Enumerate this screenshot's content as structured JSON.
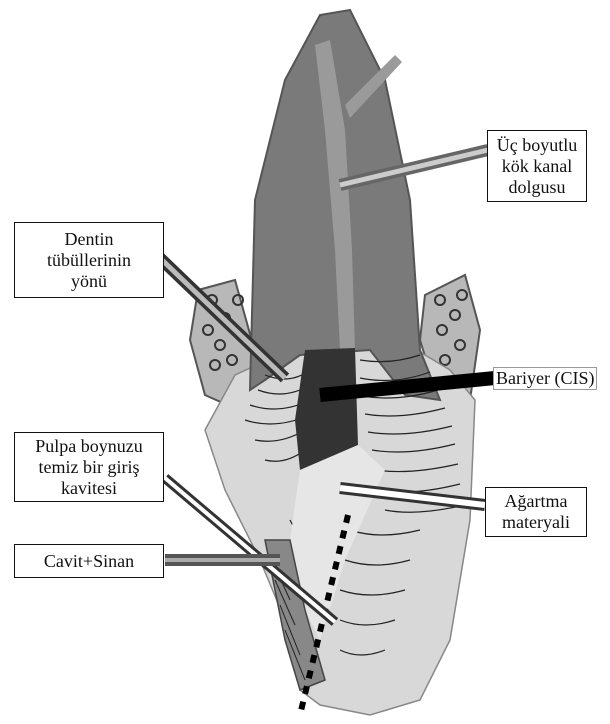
{
  "labels": {
    "root_filling": "Üç boyutlu\nkök kanal\ndolgusu",
    "dentin_tubules": "Dentin\ntübüllerinin\nyönü",
    "barrier": "Bariyer (CIS)",
    "pulp_horn": "Pulpa boynuzu\ntemiz bir giriş\nkavitesi",
    "bleaching_material": "Ağartma\nmateryali",
    "cavit": "Cavit+Sinan"
  }
}
